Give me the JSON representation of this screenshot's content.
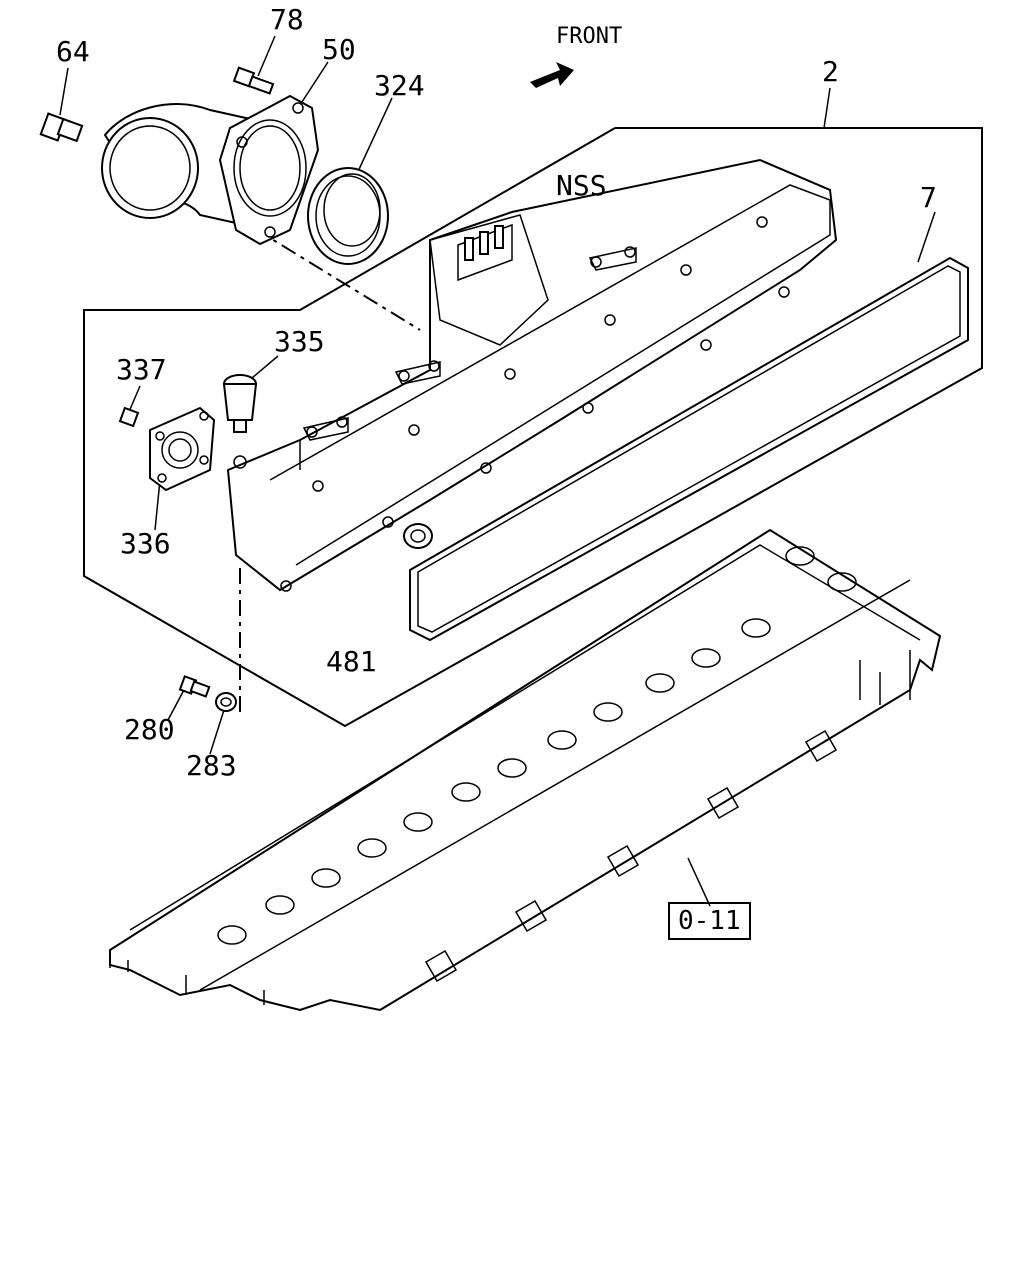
{
  "orientation_label": "FRONT",
  "callouts": {
    "p64": "64",
    "p78": "78",
    "p50": "50",
    "p324": "324",
    "p2": "2",
    "nss": "NSS",
    "p7": "7",
    "p335": "335",
    "p337": "337",
    "p336": "336",
    "p481": "481",
    "p280": "280",
    "p283": "283"
  },
  "reference_box": "0-11"
}
